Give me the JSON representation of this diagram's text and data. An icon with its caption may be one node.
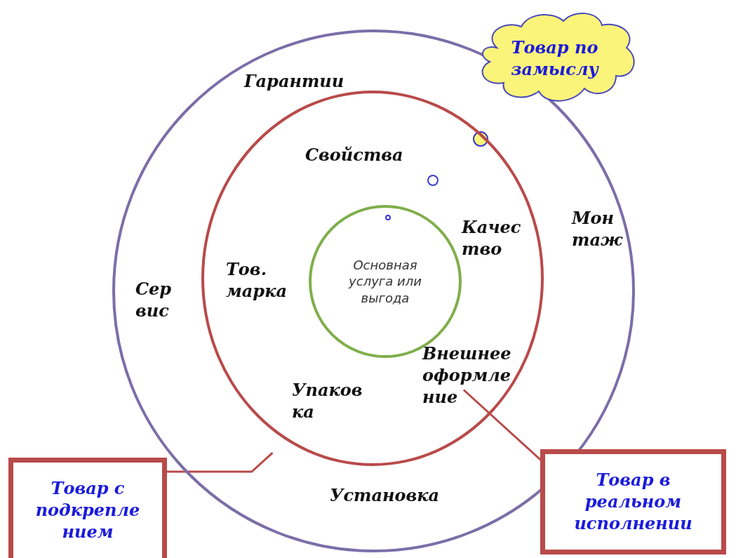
{
  "diagram": {
    "nodes": [
      {
        "text": [],
        "shape": "circle"
      },
      {
        "text": [],
        "shape": "circle",
        "in": 0
      },
      {
        "text": [
          "Основная услуга или выгода"
        ],
        "in": 1
      },
      {
        "text": [
          "Товар по замыслу"
        ]
      },
      {
        "text": [
          "Товар с подкрепле нием"
        ]
      },
      {
        "text": [
          "Товар в реальном исполнении"
        ]
      }
    ],
    "edges": [
      {
        "from": 4,
        "to": 0,
        "arrow": "none"
      },
      {
        "from": 5,
        "to": 1,
        "arrow": "none"
      }
    ],
    "labels": [
      "Гарантии",
      "Свойства",
      "Мон таж",
      "Качес тво",
      "Тов. марка",
      "Сер вис",
      "Внешнее оформле ние",
      "Упаков ка",
      "Установка"
    ]
  }
}
